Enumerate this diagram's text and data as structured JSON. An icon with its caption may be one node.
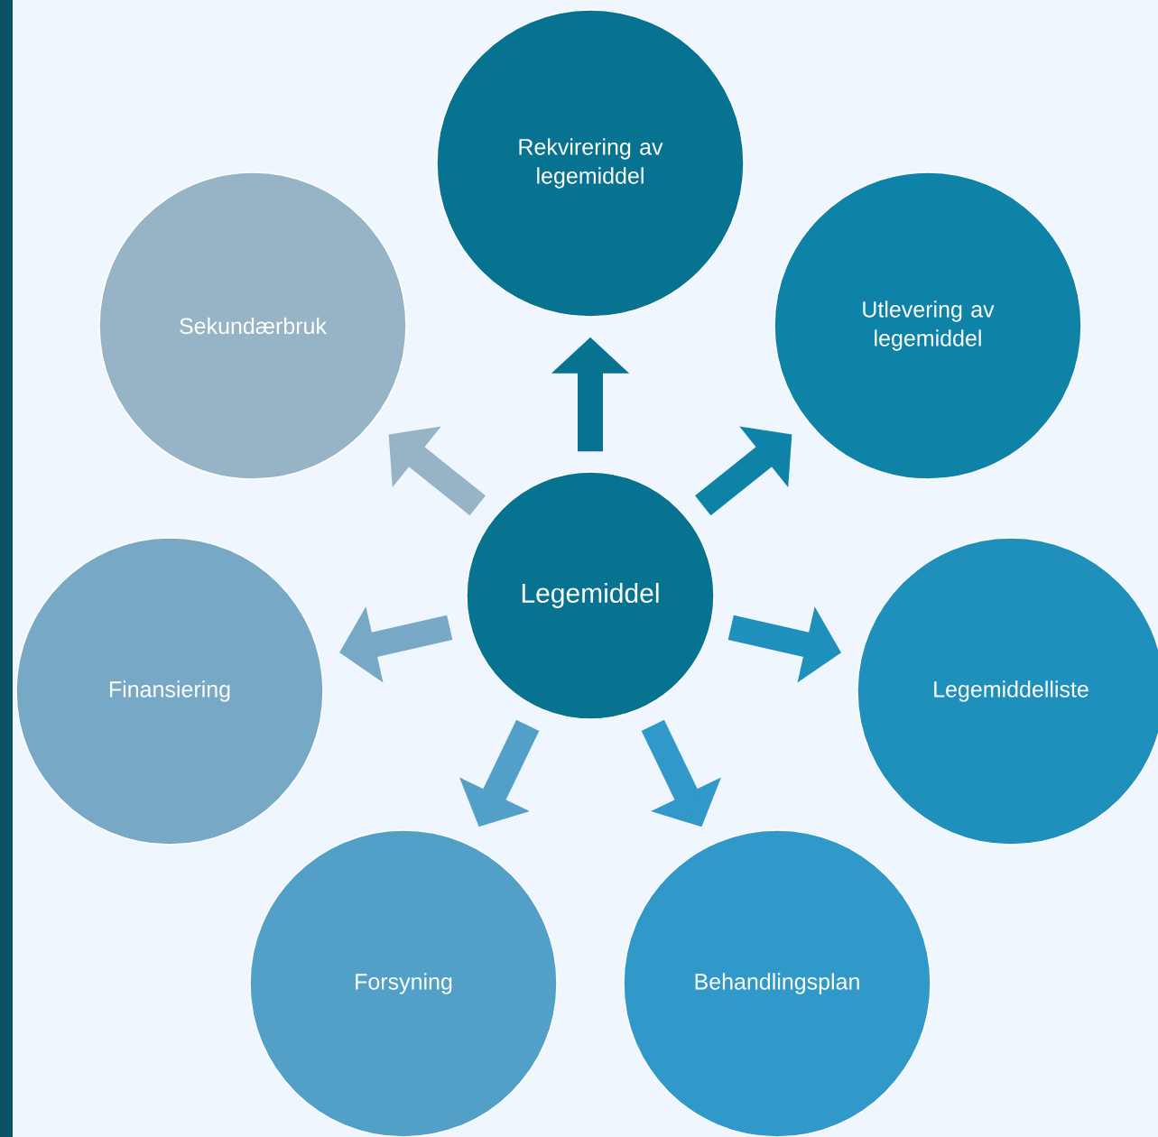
{
  "diagram": {
    "nodes": [
      {
        "text": [
          "Legemiddel"
        ]
      },
      {
        "text": [
          "Rekvirering av legemiddel"
        ]
      },
      {
        "text": [
          "Utlevering av legemiddel"
        ]
      },
      {
        "text": [
          "Legemiddelliste"
        ]
      },
      {
        "text": [
          "Behandlingsplan"
        ]
      },
      {
        "text": [
          "Forsyning"
        ]
      },
      {
        "text": [
          "Finansiering"
        ]
      },
      {
        "text": [
          "Sekundærbruk"
        ]
      }
    ],
    "edges": [
      {
        "from": 0,
        "to": 1,
        "arrow": "to",
        "color": "#077391"
      },
      {
        "from": 0,
        "to": 2,
        "arrow": "to",
        "color": "#0f82a8"
      },
      {
        "from": 0,
        "to": 3,
        "arrow": "to",
        "color": "#1e90bb"
      },
      {
        "from": 0,
        "to": 4,
        "arrow": "to",
        "color": "#3199c9"
      },
      {
        "from": 0,
        "to": 5,
        "arrow": "to",
        "color": "#52a0c8"
      },
      {
        "from": 0,
        "to": 6,
        "arrow": "to",
        "color": "#77a9c6"
      },
      {
        "from": 0,
        "to": 7,
        "arrow": "to",
        "color": "#97b4c6"
      }
    ]
  }
}
